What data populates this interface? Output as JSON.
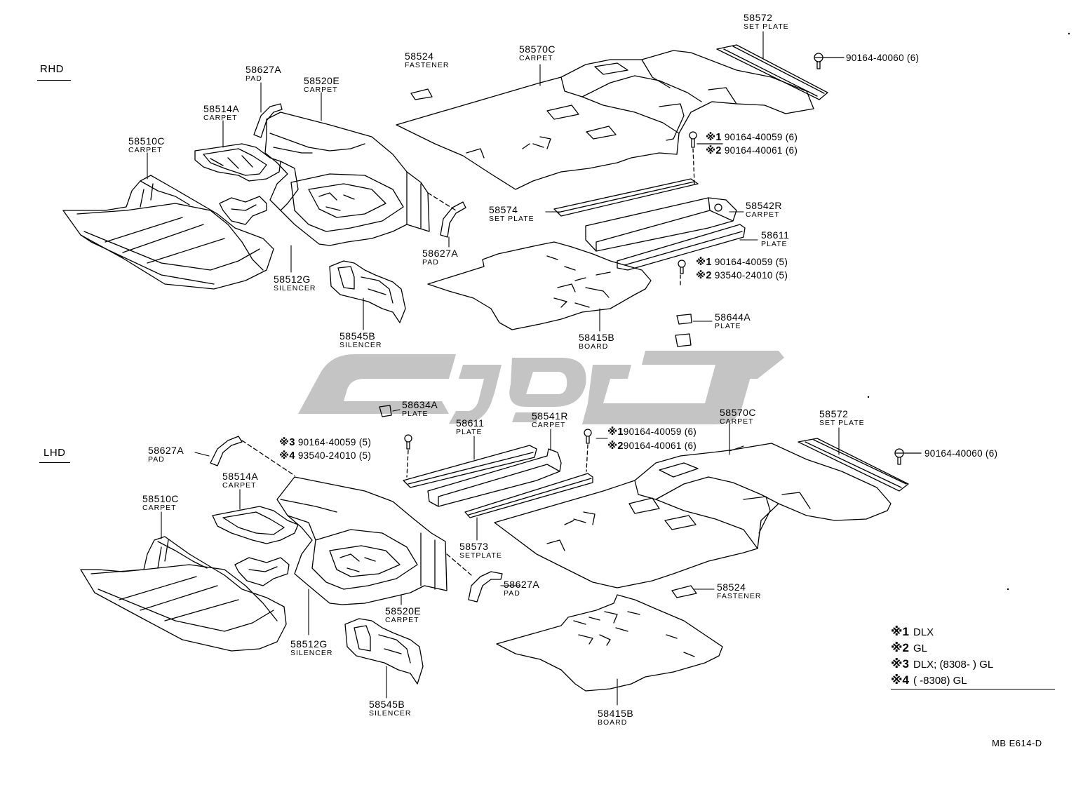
{
  "sections": {
    "rhd": "RHD",
    "lhd": "LHD"
  },
  "rhd_parts": [
    {
      "key": "p58627a_1",
      "num": "58627A",
      "sub": "PAD"
    },
    {
      "key": "p58520e_1",
      "num": "58520E",
      "sub": "CARPET"
    },
    {
      "key": "p58514a_1",
      "num": "58514A",
      "sub": "CARPET"
    },
    {
      "key": "p58510c_1",
      "num": "58510C",
      "sub": "CARPET"
    },
    {
      "key": "p58524_1",
      "num": "58524",
      "sub": "FASTENER"
    },
    {
      "key": "p58570c_1",
      "num": "58570C",
      "sub": "CARPET"
    },
    {
      "key": "p58572_1",
      "num": "58572",
      "sub": "SET PLATE"
    },
    {
      "key": "p58574_1",
      "num": "58574",
      "sub": "SET PLATE"
    },
    {
      "key": "p58542r_1",
      "num": "58542R",
      "sub": "CARPET"
    },
    {
      "key": "p58611_1",
      "num": "58611",
      "sub": "PLATE"
    },
    {
      "key": "p58627a_2",
      "num": "58627A",
      "sub": "PAD"
    },
    {
      "key": "p58512g_1",
      "num": "58512G",
      "sub": "SILENCER"
    },
    {
      "key": "p58545b_1",
      "num": "58545B",
      "sub": "SILENCER"
    },
    {
      "key": "p58415b_1",
      "num": "58415B",
      "sub": "BOARD"
    },
    {
      "key": "p58644a_1",
      "num": "58644A",
      "sub": "PLATE"
    }
  ],
  "lhd_parts": [
    {
      "key": "p58634a_1",
      "num": "58634A",
      "sub": "PLATE"
    },
    {
      "key": "p58611_2",
      "num": "58611",
      "sub": "PLATE"
    },
    {
      "key": "p58541r_1",
      "num": "58541R",
      "sub": "CARPET"
    },
    {
      "key": "p58570c_2",
      "num": "58570C",
      "sub": "CARPET"
    },
    {
      "key": "p58572_2",
      "num": "58572",
      "sub": "SET PLATE"
    },
    {
      "key": "p58627a_3",
      "num": "58627A",
      "sub": "PAD"
    },
    {
      "key": "p58514a_2",
      "num": "58514A",
      "sub": "CARPET"
    },
    {
      "key": "p58510c_2",
      "num": "58510C",
      "sub": "CARPET"
    },
    {
      "key": "p58573_1",
      "num": "58573",
      "sub": "SETPLATE"
    },
    {
      "key": "p58627a_4",
      "num": "58627A",
      "sub": "PAD"
    },
    {
      "key": "p58520e_2",
      "num": "58520E",
      "sub": "CARPET"
    },
    {
      "key": "p58524_2",
      "num": "58524",
      "sub": "FASTENER"
    },
    {
      "key": "p58512g_2",
      "num": "58512G",
      "sub": "SILENCER"
    },
    {
      "key": "p58545b_2",
      "num": "58545B",
      "sub": "SILENCER"
    },
    {
      "key": "p58415b_2",
      "num": "58415B",
      "sub": "BOARD"
    }
  ],
  "fasteners": {
    "f1": {
      "text": "90164-40060 (6)"
    },
    "f2": {
      "mark": "※1",
      "text": "90164-40059 (6)"
    },
    "f3": {
      "mark": "※2",
      "text": "90164-40061 (6)"
    },
    "f4": {
      "mark": "※1",
      "text": "90164-40059 (5)"
    },
    "f5": {
      "mark": "※2",
      "text": "93540-24010 (5)"
    },
    "f6": {
      "mark": "※3",
      "text": "90164-40059 (5)"
    },
    "f7": {
      "mark": "※4",
      "text": "93540-24010 (5)"
    },
    "f8": {
      "mark": "※1",
      "text": "90164-40059 (6)"
    },
    "f9": {
      "mark": "※2",
      "text": "90164-40061 (6)"
    },
    "f10": {
      "text": "90164-40060 (6)"
    }
  },
  "legend": [
    {
      "mark": "※1",
      "text": "DLX"
    },
    {
      "mark": "※2",
      "text": "GL"
    },
    {
      "mark": "※3",
      "text": "DLX; (8308-        ) GL"
    },
    {
      "mark": "※4",
      "text": "(        -8308) GL"
    }
  ],
  "diagram_code": "MB E614-D",
  "colors": {
    "line": "#000000",
    "watermark": "#c4c4c4",
    "background": "#ffffff"
  }
}
